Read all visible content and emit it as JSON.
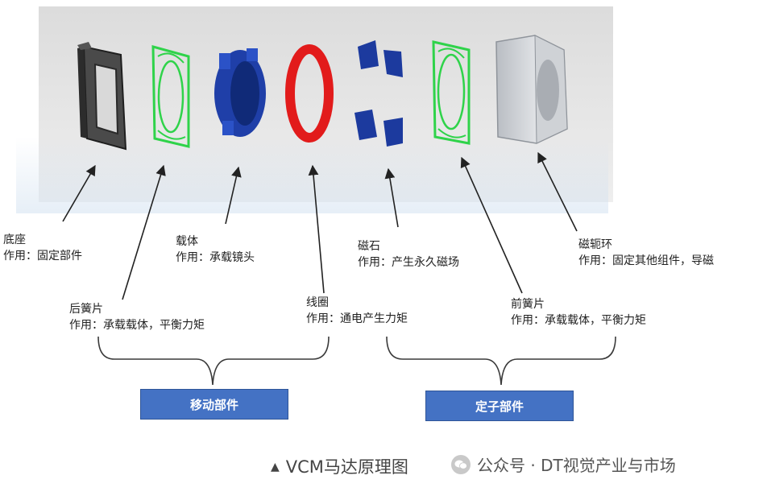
{
  "components": [
    {
      "id": "base",
      "name": "底座",
      "function": "作用：固定部件"
    },
    {
      "id": "rear-spring",
      "name": "后簧片",
      "function": "作用：承载载体，平衡力矩"
    },
    {
      "id": "carrier",
      "name": "载体",
      "function": "作用：承载镜头"
    },
    {
      "id": "coil",
      "name": "线圈",
      "function": "作用：通电产生力矩"
    },
    {
      "id": "magnet",
      "name": "磁石",
      "function": "作用：产生永久磁场"
    },
    {
      "id": "front-spring",
      "name": "前簧片",
      "function": "作用：承载载体，平衡力矩"
    },
    {
      "id": "yoke",
      "name": "磁轭环",
      "function": "作用：固定其他组件，导磁"
    }
  ],
  "groups": {
    "moving": "移动部件",
    "stator": "定子部件"
  },
  "caption": {
    "icon": "triangle-up-icon",
    "text": "VCM马达原理图"
  },
  "watermark": {
    "icon": "wechat-icon",
    "text": "公众号 · DT视觉产业与市场"
  },
  "colors": {
    "base": "#3a3a3a",
    "spring": "#2fd34a",
    "carrier": "#1f3fa8",
    "coil": "#e21b1b",
    "magnet": "#1c3a9e",
    "yoke": "#c8cbd0",
    "group_button": "#4472c4",
    "bracket": "#3a3a3a"
  }
}
